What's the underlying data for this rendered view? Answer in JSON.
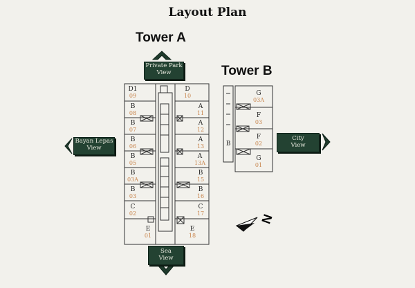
{
  "title": "Layout Plan",
  "tower_a": {
    "label": "Tower A",
    "units_left": [
      {
        "type": "D1",
        "num": "09"
      },
      {
        "type": "B",
        "num": "08"
      },
      {
        "type": "B",
        "num": "07"
      },
      {
        "type": "B",
        "num": "06"
      },
      {
        "type": "B",
        "num": "05"
      },
      {
        "type": "B",
        "num": "03A"
      },
      {
        "type": "B",
        "num": "03"
      },
      {
        "type": "C",
        "num": "02"
      },
      {
        "type": "E",
        "num": "01"
      }
    ],
    "units_right": [
      {
        "type": "D",
        "num": "10"
      },
      {
        "type": "A",
        "num": "11"
      },
      {
        "type": "A",
        "num": "12"
      },
      {
        "type": "A",
        "num": "13"
      },
      {
        "type": "A",
        "num": "13A"
      },
      {
        "type": "B",
        "num": "15"
      },
      {
        "type": "B",
        "num": "16"
      },
      {
        "type": "C",
        "num": "17"
      },
      {
        "type": "E",
        "num": "18"
      }
    ]
  },
  "tower_b": {
    "label": "Tower B",
    "core_label": "B",
    "units": [
      {
        "type": "G",
        "num": "03A"
      },
      {
        "type": "F",
        "num": "03"
      },
      {
        "type": "F",
        "num": "02"
      },
      {
        "type": "G",
        "num": "01"
      }
    ]
  },
  "views": {
    "private_park": {
      "line1": "Private Park",
      "line2": "View"
    },
    "bayan_lepas": {
      "line1": "Bayan Lepas",
      "line2": "View"
    },
    "city": {
      "line1": "City",
      "line2": "View"
    },
    "sea": {
      "line1": "Sea",
      "line2": "View"
    }
  },
  "compass": {
    "label": "N"
  },
  "colors": {
    "view_box": "#234232",
    "unit_number": "#c7834a",
    "line": "#333333"
  }
}
